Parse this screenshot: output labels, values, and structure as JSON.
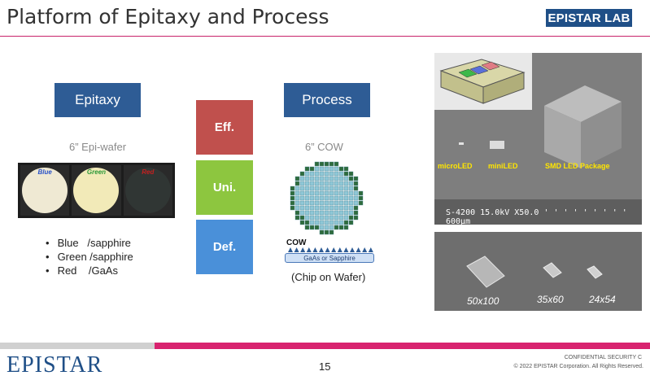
{
  "header": {
    "title": "Platform of Epitaxy and Process",
    "brand_badge": "EPISTAR LAB"
  },
  "epitaxy": {
    "button": "Epitaxy",
    "wafer_label": "6” Epi-wafer",
    "wafers": [
      {
        "tag": "Blue",
        "tag_color": "#2a52c9",
        "disc_color": "#efe9d3"
      },
      {
        "tag": "Green",
        "tag_color": "#2f9a3a",
        "disc_color": "#f2eab8"
      },
      {
        "tag": "Red",
        "tag_color": "#c22020",
        "disc_color": "#303634"
      }
    ],
    "materials": [
      "Blue   /sapphire",
      "Green /sapphire",
      "Red    /GaAs"
    ]
  },
  "metrics": [
    {
      "label": "Eff.",
      "color": "#c0504d"
    },
    {
      "label": "Uni.",
      "color": "#8dc63f"
    },
    {
      "label": "Def.",
      "color": "#4a90d9"
    }
  ],
  "process": {
    "button": "Process",
    "wafer_label": "6” COW",
    "cow_label": "COW",
    "substrate_label": "GaAs or Sapphire",
    "note": "(Chip on Wafer)"
  },
  "sem_top": {
    "labels": [
      "microLED",
      "miniLED",
      "SMD LED Package"
    ],
    "footer": "S-4200 15.0kV X50.0 ' ' ' ' ' ' ' ' ' 600µm"
  },
  "sem_bottom": {
    "sizes": [
      "50x100",
      "35x60",
      "24x54"
    ]
  },
  "footer": {
    "logo": "EPISTAR",
    "page_number": "15",
    "confidential": "CONFIDENTIAL SECURITY C",
    "copyright": "© 2022 EPISTAR Corporation. All Rights Reserved."
  },
  "colors": {
    "accent_pink": "#d8236f",
    "brand_blue": "#1f4f87",
    "button_blue": "#2e5c95"
  }
}
